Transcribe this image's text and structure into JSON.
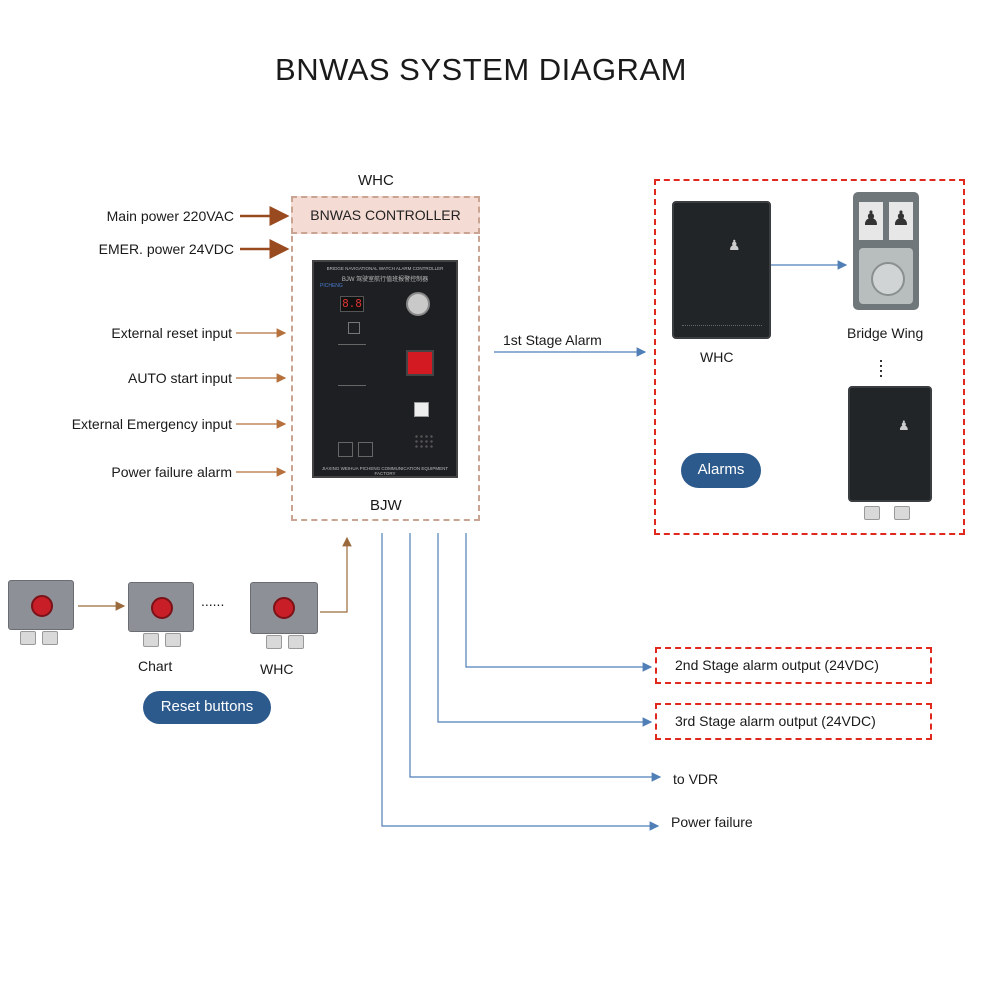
{
  "title": "BNWAS  SYSTEM DIAGRAM",
  "controller": {
    "top_label": "WHC",
    "header": "BNWAS CONTROLLER",
    "bottom_label": "BJW",
    "panel_title": "BRIDGE NAVIGATIONAL WATCH ALARM CONTROLLER",
    "panel_subtitle": "BJW 驾驶室航行值班报警控制器",
    "panel_brand": "PICHENG",
    "display_digits": "8.8",
    "panel_footer": "JIAXING WEIHUA PICHENG COMMUNICATION EQUIPMENT FACTORY"
  },
  "inputs": [
    {
      "label": "Main power 220VAC",
      "color": "#9a4a1f"
    },
    {
      "label": "EMER. power 24VDC",
      "color": "#9a4a1f"
    },
    {
      "label": "External reset input",
      "color": "#b5703c"
    },
    {
      "label": "AUTO start input",
      "color": "#b5703c"
    },
    {
      "label": "External Emergency input",
      "color": "#b5703c"
    },
    {
      "label": "Power failure alarm",
      "color": "#b5703c"
    }
  ],
  "first_stage": {
    "arrow_label": "1st Stage Alarm",
    "whc_label": "WHC",
    "bridge_wing_label": "Bridge Wing",
    "pill": "Alarms"
  },
  "reset": {
    "chart_label": "Chart",
    "whc_label": "WHC",
    "ellipsis": "......",
    "pill": "Reset buttons"
  },
  "outputs": {
    "second_stage": "2nd Stage alarm output (24VDC)",
    "third_stage": "3rd Stage alarm output (24VDC)",
    "vdr": "to VDR",
    "power_failure": "Power failure"
  },
  "colors": {
    "output_line": "#4f7fb6",
    "reset_line": "#9b6a3c",
    "alarm_border": "#e0281e",
    "pill": "#2d5a8c"
  }
}
